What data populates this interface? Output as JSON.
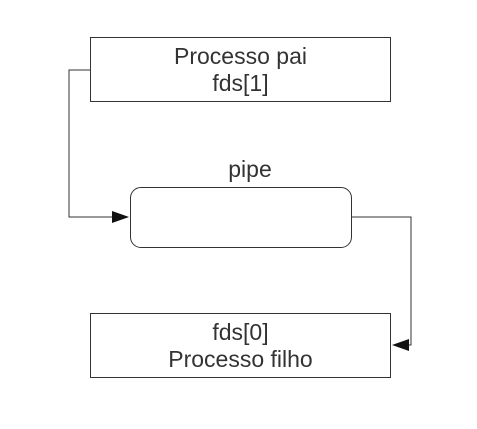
{
  "parent_process": {
    "title": "Processo pai",
    "descriptor": "fds[1]"
  },
  "pipe": {
    "label": "pipe"
  },
  "child_process": {
    "descriptor": "fds[0]",
    "title": "Processo filho"
  },
  "colors": {
    "stroke": "#333333",
    "background": "#ffffff"
  }
}
